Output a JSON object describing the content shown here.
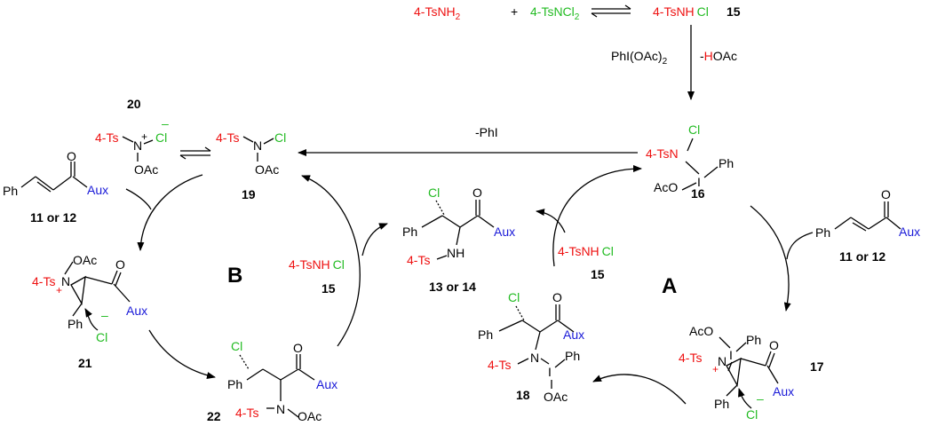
{
  "colors": {
    "red": "#ee1111",
    "green": "#22bb22",
    "blue": "#1a1ad8",
    "black": "#000000"
  },
  "equilibrium": {
    "ts_nh2": "4-TsNH",
    "ts_nh2_sub": "2",
    "plus": "+",
    "ts_ncl2": "4-TsNCl",
    "ts_ncl2_sub": "2",
    "ts_nh": "4-TsNH",
    "cl": "Cl",
    "num": "15"
  },
  "step_ii": {
    "reagent": "PhI(OAc)",
    "reagent_sub": "2",
    "loss_dash": "-",
    "loss_h": "H",
    "loss_oac": "OAc"
  },
  "minus_phi": "-PhI",
  "labels": {
    "cycle_a": "A",
    "cycle_b": "B",
    "c11_12_left": "11 or 12",
    "c11_12_right": "11 or 12",
    "c13_14": "13 or 14",
    "c15_mid": "15",
    "c15_right": "15",
    "c16": "16",
    "c17": "17",
    "c18": "18",
    "c19": "19",
    "c20": "20",
    "c21": "21",
    "c22": "22"
  },
  "atoms": {
    "ts": "4-Ts",
    "tsn": "4-TsN",
    "ts_nh": "4-TsNH",
    "n": "N",
    "nh": "NH",
    "cl": "Cl",
    "o": "O",
    "oac": "OAc",
    "aco": "AcO",
    "i": "I",
    "ph": "Ph",
    "aux": "Aux",
    "plus": "+",
    "minus": "–"
  }
}
